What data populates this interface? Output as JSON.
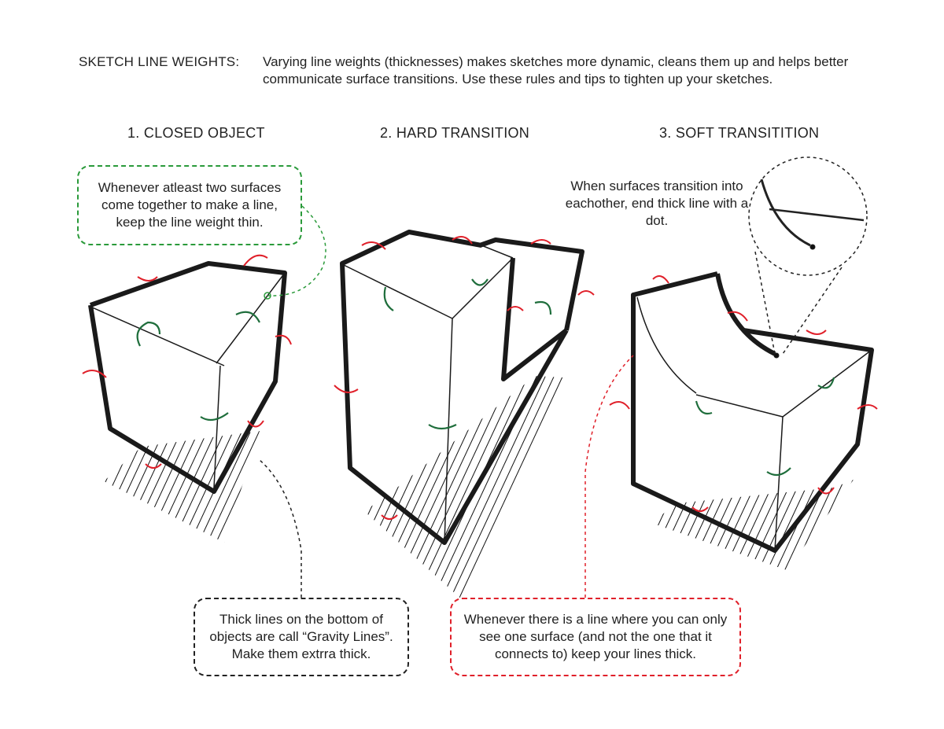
{
  "header": {
    "label": "SKETCH LINE WEIGHTS:",
    "description": "Varying line weights (thicknesses) makes sketches more dynamic, cleans them up and helps better communicate surface transitions. Use these rules and tips to tighten up your sketches."
  },
  "sections": [
    {
      "title": "1. CLOSED OBJECT"
    },
    {
      "title": "2. HARD TRANSITION"
    },
    {
      "title": "3. SOFT TRANSITITION"
    }
  ],
  "callouts": {
    "thin_line": "Whenever atleast two surfaces come together to make a line, keep the line weight thin.",
    "gravity_lines": "Thick lines on the bottom of objects are call “Gravity Lines”. Make them extrra thick.",
    "thick_lines": "Whenever there is a line where you can only see one surface (and not the one that it connects to) keep your lines thick.",
    "soft_transition": "When surfaces transition into eachother, end thick line with a dot."
  },
  "colors": {
    "thin_callout": "#2a9a3a",
    "thick_callout": "#e0202a",
    "gravity_callout": "#222222",
    "arrow_green": "#1f6e3c",
    "arrow_red": "#e0202a"
  }
}
